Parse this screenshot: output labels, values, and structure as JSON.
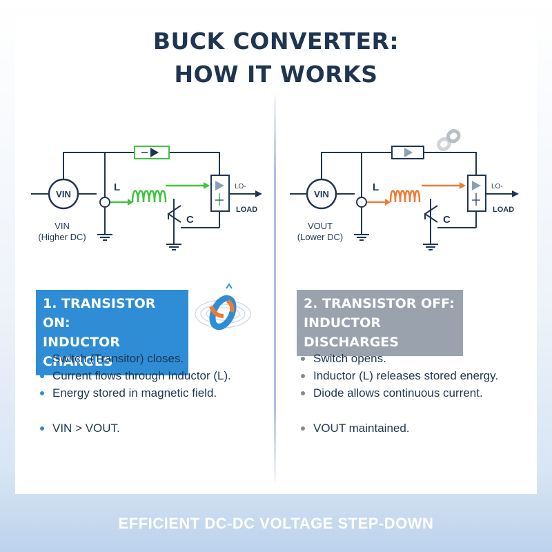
{
  "title": [
    "BUCK CONVERTER:",
    "HOW IT WORKS"
  ],
  "footer": "EFFICIENT DC-DC VOLTAGE STEP-DOWN",
  "colors": {
    "navy": "#1e3552",
    "on_accent": "#2f8dd6",
    "off_accent": "#9aa3ad",
    "current_on": "#3ec43e",
    "current_off": "#ef7a33"
  },
  "left_panel": {
    "circuit": {
      "source_label": "VIN",
      "source_caption": [
        "VIN",
        "(Higher DC)"
      ],
      "inductor_label": "L",
      "capacitor_label": "C",
      "output_label": "LO-",
      "load_label": "LOAD"
    },
    "heading": [
      "1. TRANSISTOR ON:",
      "INDUCTOR CHARGES"
    ],
    "icon": "magnetic-coil-icon",
    "bullets": [
      "Switch (Transitor) closes.",
      "Current flows through Inductor (L).",
      "Energy stored in magnetic field."
    ],
    "note": "VIN > VOUT."
  },
  "right_panel": {
    "circuit": {
      "source_label": "VIN",
      "source_caption": [
        "VOUT",
        "(Lower DC)"
      ],
      "inductor_label": "L",
      "capacitor_label": "C",
      "output_label": "LO-",
      "load_label": "LOAD"
    },
    "heading": [
      "2. TRANSISTOR OFF:",
      "INDUCTOR DISCHARGES"
    ],
    "icon": "broken-link-icon",
    "bullets": [
      "Switch opens.",
      "Inductor (L) releases stored energy.",
      "Diode allows continuous current."
    ],
    "note": "VOUT maintained."
  }
}
